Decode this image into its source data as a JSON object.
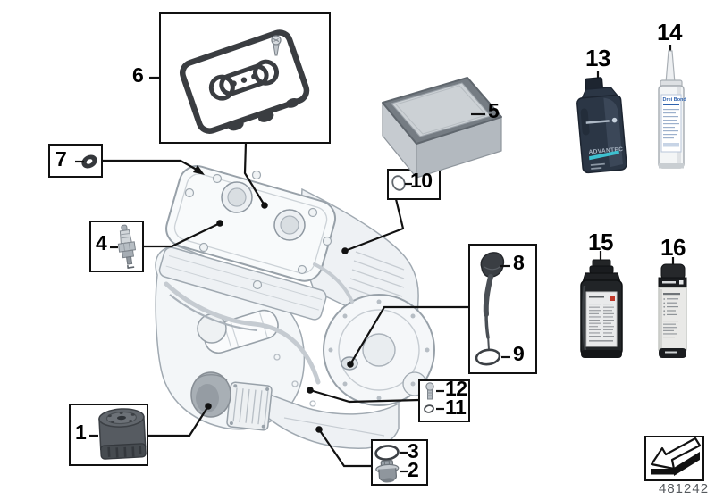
{
  "figure": {
    "doc_number": "481242"
  },
  "callouts": {
    "n1": "1",
    "n2": "2",
    "n3": "3",
    "n4": "4",
    "n5": "5",
    "n6": "6",
    "n7": "7",
    "n8": "8",
    "n9": "9",
    "n10": "10",
    "n11": "11",
    "n12": "12",
    "n13": "13",
    "n14": "14",
    "n15": "15",
    "n16": "16"
  },
  "products": {
    "oil_bottle_brand": "ADVANTEC",
    "sealant_brand": "Drei Bond"
  },
  "colors": {
    "callout_black": "#111111",
    "engine_outline_gray": "#9aa3ab",
    "gasket_dark": "#3a3d41",
    "oil_bottle_navy": "#2b3645",
    "oil_bottle_teal": "#3ec0cf",
    "sealant_label_blue": "#2f62ae",
    "warning_red": "#c0392b",
    "product_black": "#1b1d20",
    "doc_number_gray": "#55595d"
  },
  "icons": {
    "return_arrow": "page-back-arrow"
  }
}
